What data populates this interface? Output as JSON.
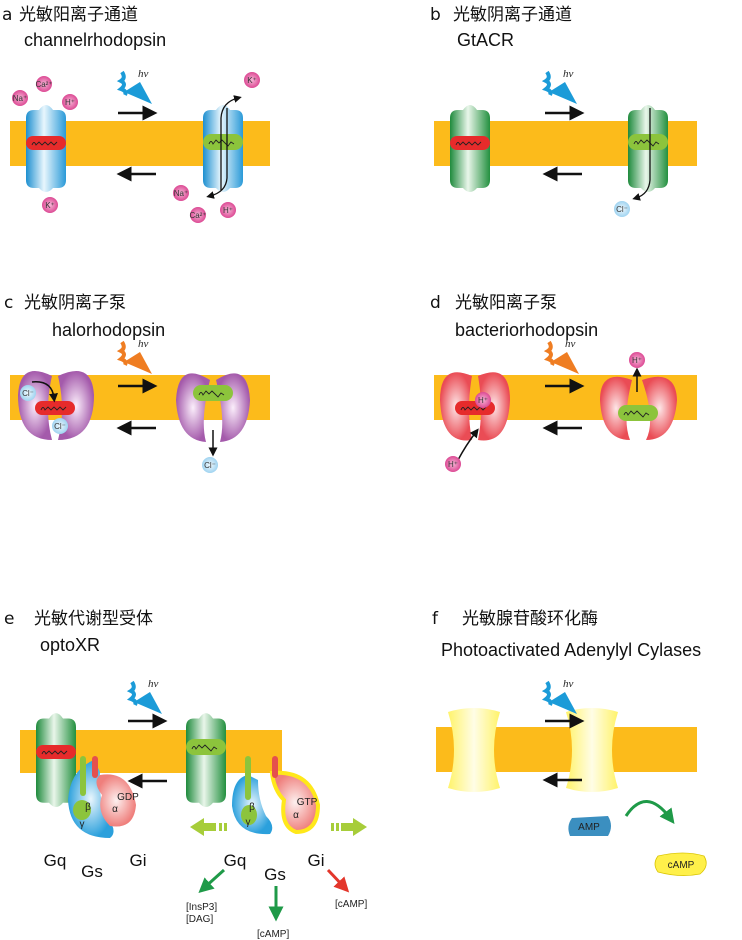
{
  "colors": {
    "membrane": "#fcbb1b",
    "channelrhodopsin": "#3fa4dc",
    "gtacr": "#2e9a4a",
    "halorhodopsin": "#b06bb5",
    "bacteriorhodopsin": "#ee5b62",
    "cation": "#e0559b",
    "anion": "#a6d8f2",
    "light_blue": "#1b9bd8",
    "light_orange": "#ef7d22",
    "cyclase": "#fff266"
  },
  "icons": {
    "light": "wavy-lightning-arrow",
    "forward": "arrow-right",
    "reverse": "arrow-left"
  },
  "hv": "hν",
  "panels": [
    {
      "letter": "a",
      "title": "光敏阳离子通道",
      "subtitle": "channelrhodopsin",
      "ions": [
        "Na⁺",
        "Ca²⁺",
        "H⁺",
        "K⁺",
        "K⁺",
        "Na⁺",
        "Ca²⁺",
        "H⁺"
      ]
    },
    {
      "letter": "b",
      "title": "光敏阴离子通道",
      "subtitle": "GtACR",
      "ions": [
        "Cl⁻"
      ]
    },
    {
      "letter": "c",
      "title": "光敏阴离子泵",
      "subtitle": "halorhodopsin",
      "ions": [
        "Cl⁻",
        "Cl⁻",
        "Cl⁻"
      ]
    },
    {
      "letter": "d",
      "title": "光敏阳离子泵",
      "subtitle": "bacteriorhodopsin",
      "ions": [
        "H⁺",
        "H⁺",
        "H⁺"
      ]
    },
    {
      "letter": "e",
      "title": "光敏代谢型受体",
      "subtitle": "optoXR",
      "subunits": {
        "beta": "β",
        "gamma": "γ",
        "alpha": "α",
        "gdp": "GDP",
        "gtp": "GTP"
      },
      "gproteins_left": [
        "Gq",
        "Gs",
        "Gi"
      ],
      "gproteins_right": [
        "Gq",
        "Gs",
        "Gi"
      ],
      "products": {
        "gq_1": "[InsP3]",
        "gq_2": "[DAG]",
        "gs": "[cAMP]",
        "gi": "[cAMP]"
      }
    },
    {
      "letter": "f",
      "title": "光敏腺苷酸环化酶",
      "subtitle": "Photoactivated Adenylyl Cylases",
      "molecules": [
        "AMP",
        "cAMP"
      ]
    }
  ]
}
